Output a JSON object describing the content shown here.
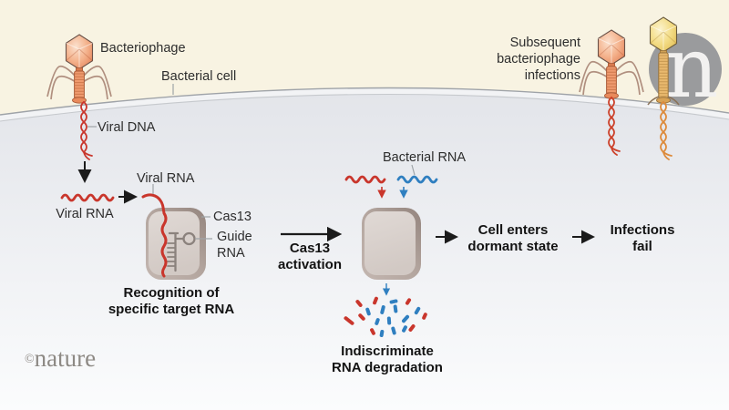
{
  "colors": {
    "viral_red": "#c9362c",
    "bacterial_blue": "#2f7fc0",
    "ink": "#1b1b1b",
    "label_line": "#9fa5a8",
    "cream_background": "#f8f3e2",
    "cell_interior_top": "#e3e5ea",
    "cell_interior_bottom": "#fbfcfd",
    "membrane_edge": "#9fa3a8",
    "membrane_fill": "#f2f3f5",
    "protein_rim": "#93847d",
    "protein_body": "#d8d0cc",
    "phage_orange": "#ef9a6e",
    "phage_yellow": "#f3dc85",
    "helix_orange": "#dd8a3a",
    "guide_gray": "#8b827d",
    "logo_gray": "#9a9b9d",
    "watermark_gray": "#8d8984"
  },
  "figure": {
    "labels": {
      "bacteriophage": "Bacteriophage",
      "bacterial_cell": "Bacterial cell",
      "viral_dna": "Viral DNA",
      "viral_rna_cytoplasm": "Viral RNA",
      "viral_rna_bound": "Viral RNA",
      "cas13": "Cas13",
      "guide_rna": "Guide\nRNA",
      "recognition": "Recognition of\nspecific target RNA",
      "cas13_activation": "Cas13\nactivation",
      "bacterial_rna": "Bacterial RNA",
      "cell_enters_dormant": "Cell enters\ndormant state",
      "infections_fail": "Infections\nfail",
      "indiscriminate_degradation": "Indiscriminate\nRNA degradation",
      "subsequent_infections": "Subsequent\nbacteriophage\ninfections"
    },
    "branding": {
      "logo_letter": "n",
      "watermark_symbol": "©",
      "watermark_text": "nature"
    }
  }
}
